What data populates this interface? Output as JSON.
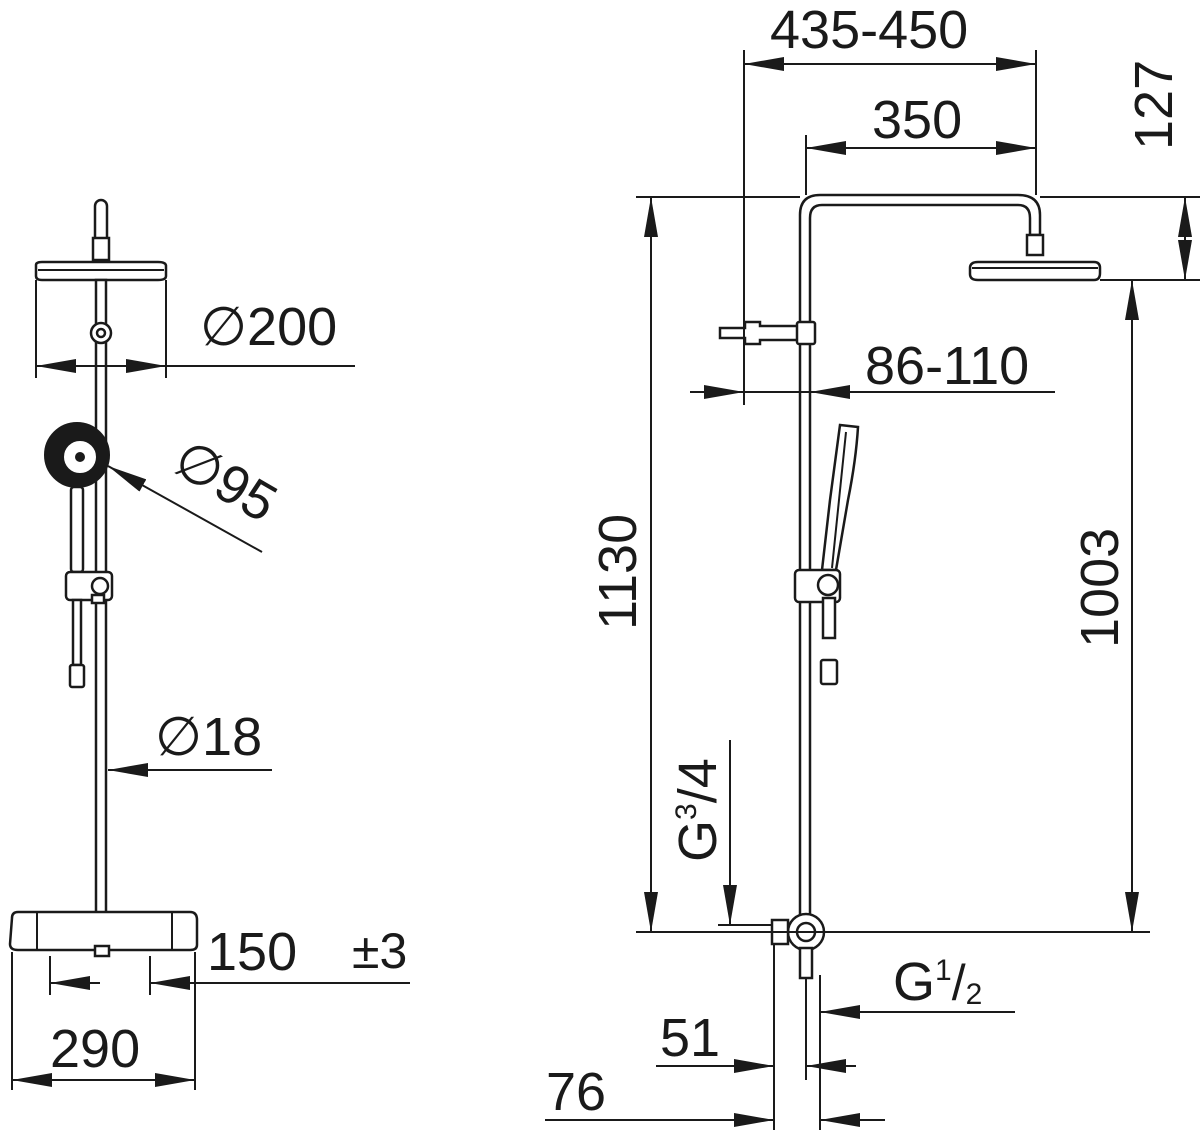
{
  "front_view": {
    "head_diameter": "∅200",
    "handshower_diameter": "∅95",
    "pipe_diameter": "∅18",
    "centers": "150",
    "tolerance": "±3",
    "width": "290"
  },
  "side_view": {
    "arm_reach": "435-450",
    "arm_length": "350",
    "head_height": "127",
    "bracket_offset": "86-110",
    "total_height": "1130",
    "head_to_outlet": "1003",
    "inlet_thread": {
      "prefix": "G",
      "numerator": "3",
      "denominator": "4"
    },
    "outlet_thread": {
      "prefix": "G",
      "numerator": "1",
      "denominator": "2"
    },
    "wall_to_pipe": "51",
    "wall_to_front": "76"
  },
  "colors": {
    "line": "#1a1a1a",
    "background": "#ffffff"
  }
}
